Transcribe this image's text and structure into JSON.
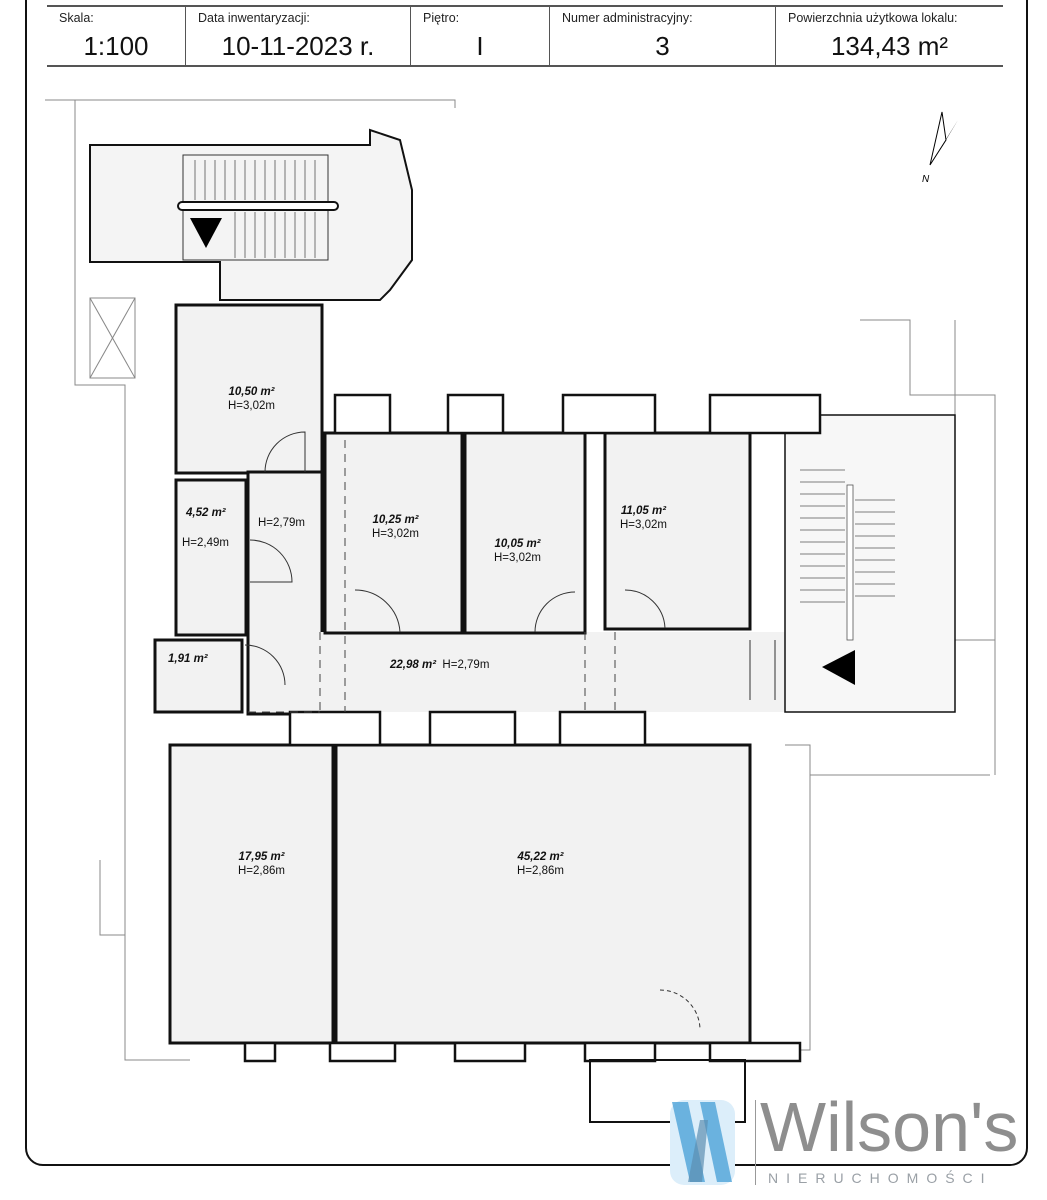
{
  "header": [
    {
      "label": "Skala:",
      "value": "1:100"
    },
    {
      "label": "Data inwentaryzacji:",
      "value": "10-11-2023 r."
    },
    {
      "label": "Piętro:",
      "value": "I"
    },
    {
      "label": "Numer administracyjny:",
      "value": "3"
    },
    {
      "label": "Powierzchnia użytkowa lokalu:",
      "value": "134,43 m²"
    }
  ],
  "compass": {
    "label": "N"
  },
  "rooms": [
    {
      "area": "10,50 m²",
      "height": "H=3,02m"
    },
    {
      "area": "",
      "height": "H=2,79m"
    },
    {
      "area": "4,52 m²",
      "height": "H=2,49m"
    },
    {
      "area": "1,91 m²",
      "height": ""
    },
    {
      "area": "10,25 m²",
      "height": "H=3,02m"
    },
    {
      "area": "10,05 m²",
      "height": "H=3,02m"
    },
    {
      "area": "11,05 m²",
      "height": "H=3,02m"
    },
    {
      "area": "22,98 m²",
      "height": "H=2,79m"
    },
    {
      "area": "17,95 m²",
      "height": "H=2,86m"
    },
    {
      "area": "45,22 m²",
      "height": "H=2,86m"
    }
  ],
  "logo": {
    "name": "Wilson's",
    "tagline": "NIERUCHOMOŚCI",
    "colors": {
      "blue": "#4ea3d8",
      "gray": "#8e8e8e"
    }
  },
  "colors": {
    "room_fill": "#f2f2f2",
    "wall": "#111111"
  }
}
